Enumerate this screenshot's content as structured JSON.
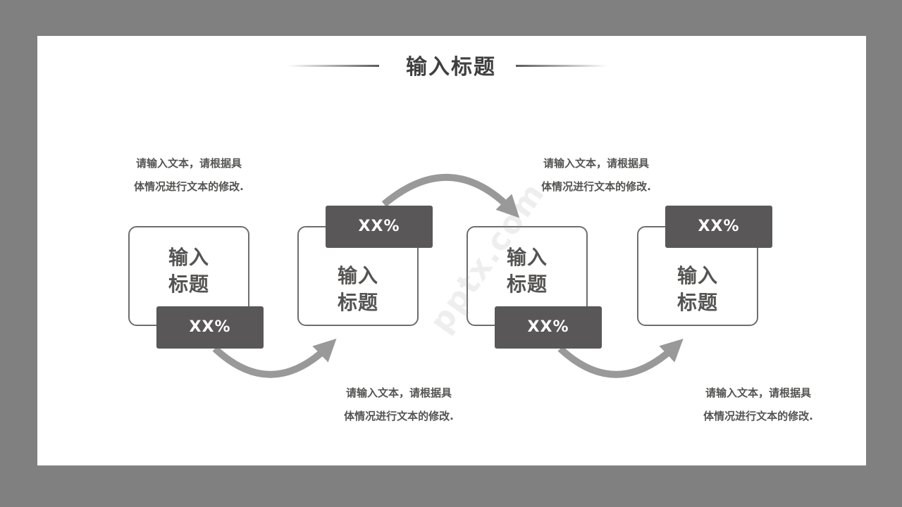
{
  "title": "输入标题",
  "watermark": "pptx.com",
  "colors": {
    "background": "#808080",
    "card_border": "#6e6e6e",
    "badge": "#595757",
    "arrow": "#999999",
    "text": "#555453"
  },
  "steps": [
    {
      "title_line1": "输入",
      "title_line2": "标题",
      "badge": "XX%",
      "desc_line1": "请输入文本，请根据具",
      "desc_line2": "体情况进行文本的修改."
    },
    {
      "title_line1": "输入",
      "title_line2": "标题",
      "badge": "XX%",
      "desc_line1": "请输入文本，请根据具",
      "desc_line2": "体情况进行文本的修改."
    },
    {
      "title_line1": "输入",
      "title_line2": "标题",
      "badge": "XX%",
      "desc_line1": "请输入文本，请根据具",
      "desc_line2": "体情况进行文本的修改."
    },
    {
      "title_line1": "输入",
      "title_line2": "标题",
      "badge": "XX%",
      "desc_line1": "请输入文本，请根据具",
      "desc_line2": "体情况进行文本的修改."
    }
  ]
}
